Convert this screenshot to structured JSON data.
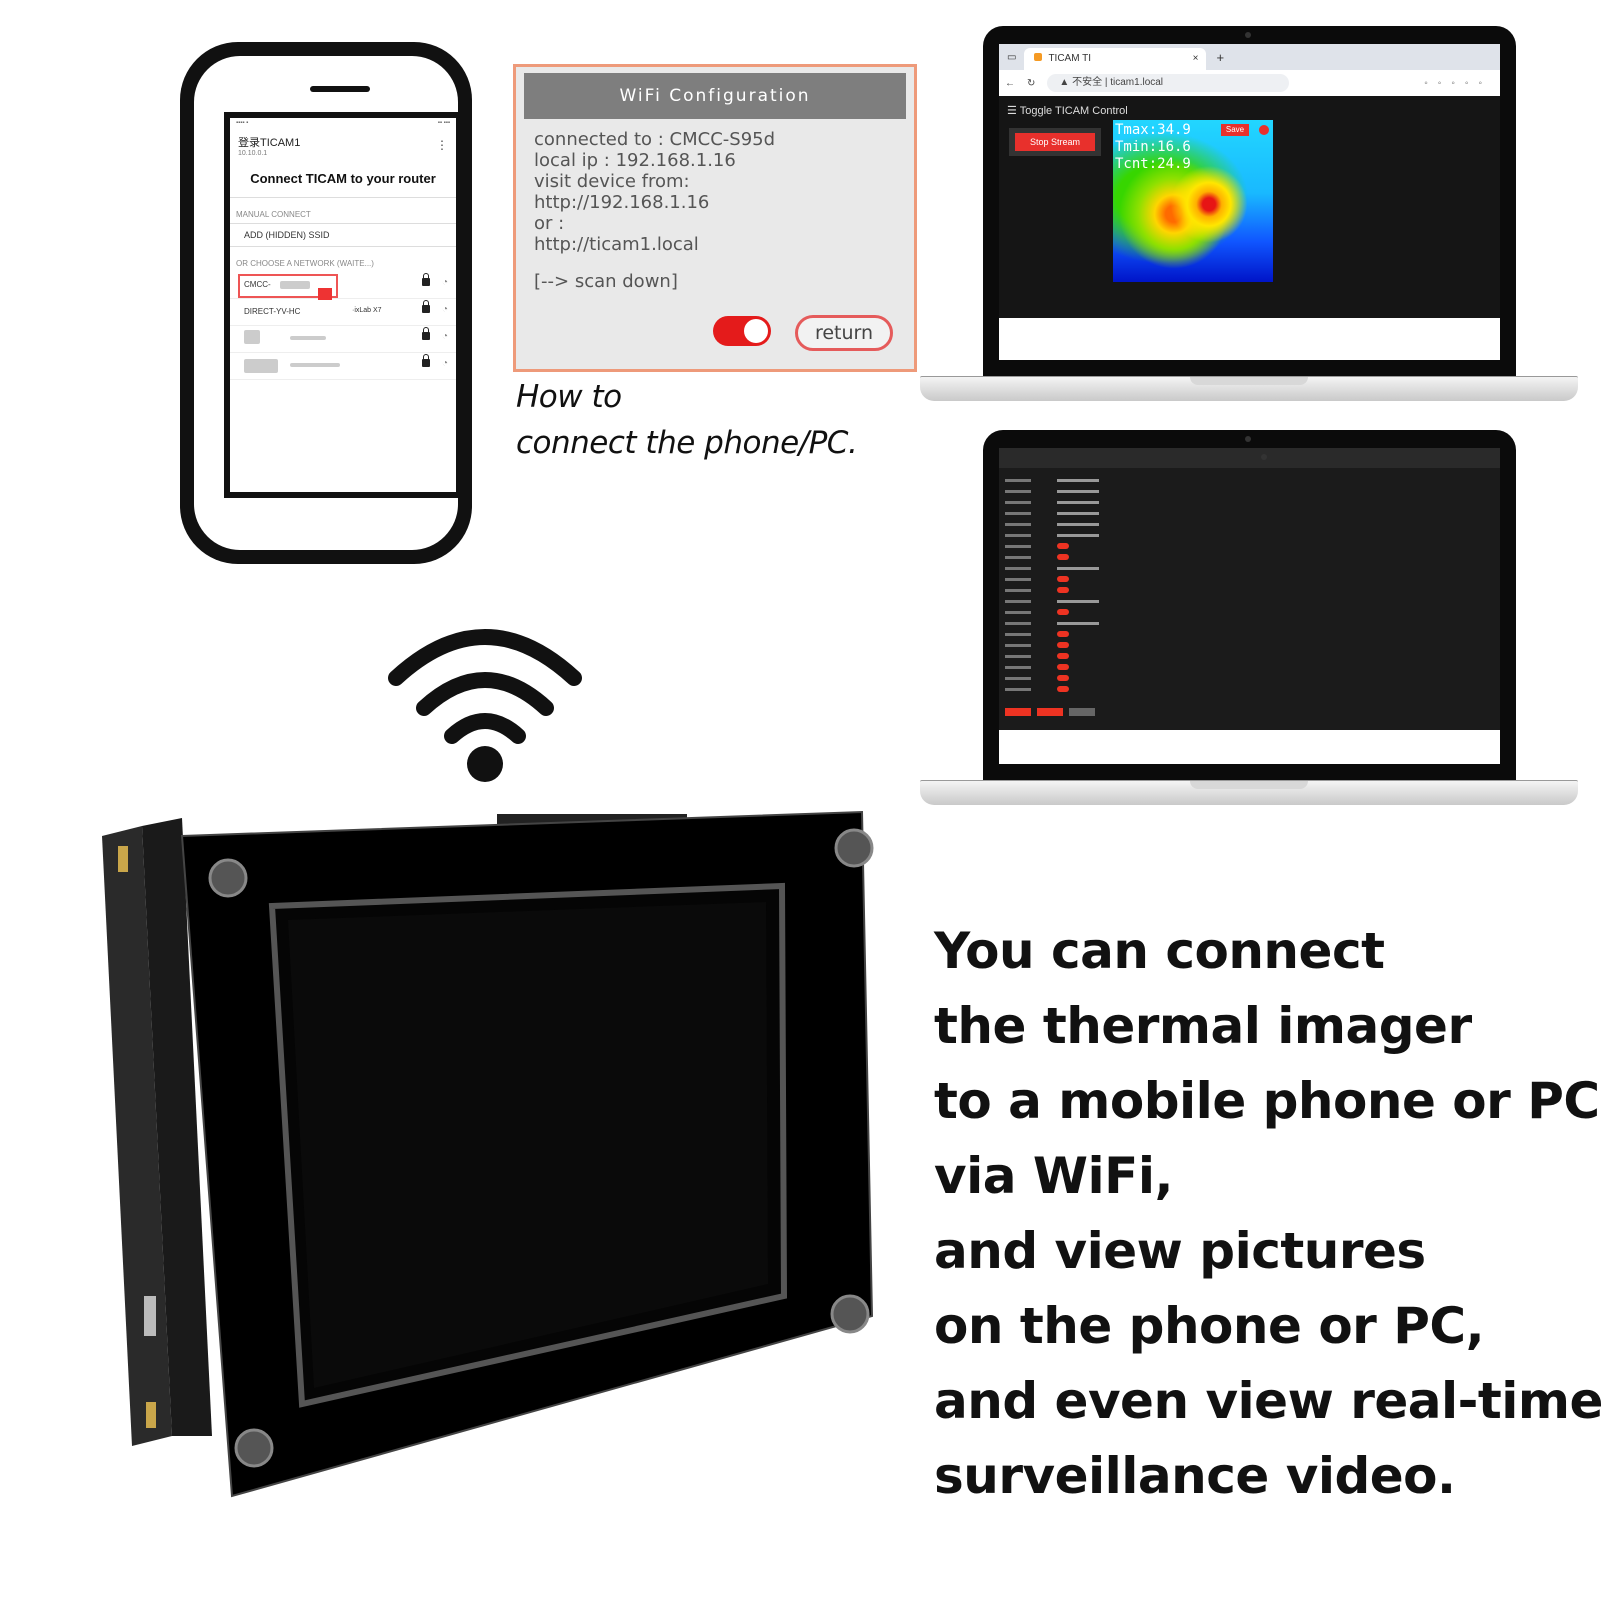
{
  "phone": {
    "ssid_title": "登录TICAM1",
    "ip": "10.10.0.1",
    "heading": "Connect TICAM to your router",
    "manual_connect": "MANUAL CONNECT",
    "add_hidden": "ADD (HIDDEN) SSID",
    "choose_network": "OR CHOOSE A NETWORK (WAITE...)",
    "networks": [
      {
        "name": "CMCC-",
        "extra": ""
      },
      {
        "name": "DIRECT-YV-HC",
        "extra": "·ixLab X7"
      },
      {
        "name": "",
        "extra": ""
      },
      {
        "name": "",
        "extra": ""
      }
    ]
  },
  "wifi_config": {
    "title": "WiFi Configuration",
    "lines": [
      "connected to : CMCC-S95d",
      "local ip : 192.168.1.16",
      "visit device from:",
      "http://192.168.1.16",
      "or :",
      "http://ticam1.local"
    ],
    "scan": "[--> scan down]",
    "toggle_on": true,
    "return_label": "return"
  },
  "howto": [
    "How to",
    "connect the phone/PC."
  ],
  "laptop1": {
    "tab_title": "TICAM TI",
    "url": "ticam1.local",
    "url_prefix": "不安全",
    "toggle_control": "Toggle TICAM Control",
    "stop_stream": "Stop Stream",
    "tmax": "Tmax:34.9",
    "tmin": "Tmin:16.6",
    "tcnt": "Tcnt:24.9",
    "save": "Save"
  },
  "caption": [
    "You can connect",
    "the thermal imager",
    "to a mobile phone or PC",
    "via WiFi,",
    "and view pictures",
    "on the phone or PC,",
    "and even view real-time",
    "surveillance video."
  ],
  "colors": {
    "accent_red": "#e41b1b",
    "dialog_border": "#ee9a7a",
    "dialog_title_bg": "#7e7e7e"
  },
  "icons": [
    "wifi-icon",
    "lock-icon",
    "back-arrow-icon",
    "reload-icon",
    "tab-close-icon",
    "new-tab-icon"
  ]
}
